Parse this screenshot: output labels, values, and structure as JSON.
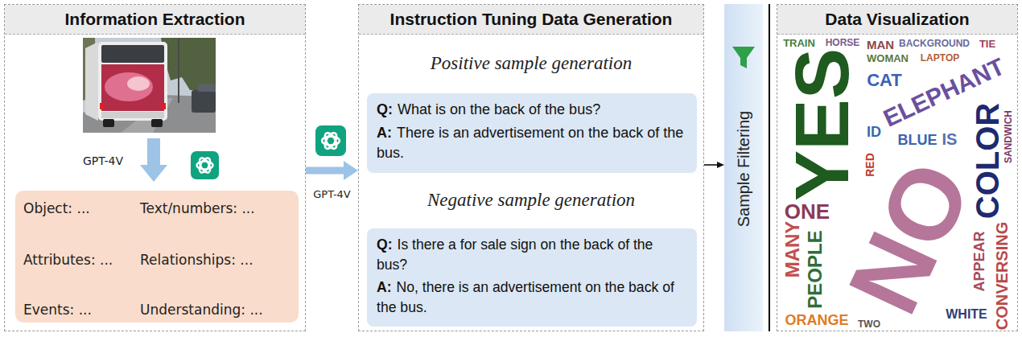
{
  "diagram": {
    "nodes": [
      {
        "text": [
          "Information Extraction"
        ]
      },
      {
        "text": [
          "Object: ...",
          "Text/numbers: ...",
          "Attributes: ...",
          "Relationships: ...",
          "Events: ...",
          "Understanding: ..."
        ],
        "in": 0
      },
      {
        "text": [
          "Instruction Tuning Data Generation",
          "Positive sample generation",
          "Negative sample generation"
        ]
      },
      {
        "text": [
          "Q:",
          "What is on the back of the bus?",
          "A:",
          "There is an advertisement on the back of the bus."
        ],
        "in": 2
      },
      {
        "text": [
          "Q:",
          "Is there a for sale sign on the back of the bus?",
          "A:",
          "No, there is an advertisement on the back of the bus."
        ],
        "in": 2
      },
      {
        "text": [
          "Sample Filtering"
        ]
      },
      {
        "text": [
          "Data Visualization"
        ]
      }
    ],
    "edges": [
      {
        "from": 0,
        "to": 2,
        "label": "GPT-4V",
        "arrow": "to"
      },
      {
        "from": 2,
        "to": 5,
        "arrow": "to"
      }
    ],
    "labels": [
      "GPT-4V",
      "YES",
      "NO",
      "ELEPHANT",
      "COLOR",
      "CONVERSING",
      "MANY",
      "PEOPLE",
      "ONE",
      "ORANGE",
      "TWO",
      "WHITE",
      "APPEAR",
      "BLUE",
      "IS",
      "CAT",
      "ID",
      "RED",
      "TRAIN",
      "HORSE",
      "MAN",
      "BACKGROUND",
      "TIE",
      "WOMAN",
      "LAPTOP",
      "SANDWICH"
    ]
  }
}
